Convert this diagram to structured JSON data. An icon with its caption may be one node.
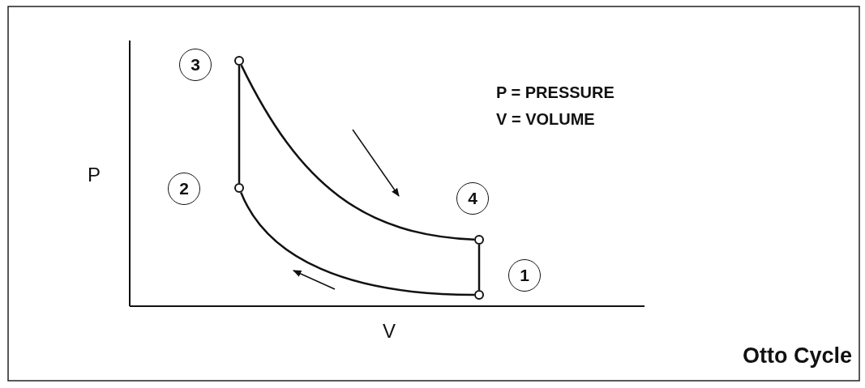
{
  "diagram": {
    "caption": "Otto Cycle",
    "nodes": [
      {
        "text": [
          "3"
        ]
      },
      {
        "text": [
          "2"
        ]
      },
      {
        "text": [
          "4"
        ]
      },
      {
        "text": [
          "1"
        ]
      },
      {
        "text": [],
        "shape": "circle"
      },
      {
        "text": [],
        "shape": "circle"
      },
      {
        "text": [],
        "shape": "circle"
      },
      {
        "text": [],
        "shape": "circle"
      }
    ],
    "edges": [
      {
        "from": 7,
        "to": 5,
        "arrow": "none"
      },
      {
        "from": 5,
        "to": 4,
        "arrow": "none"
      },
      {
        "from": 4,
        "to": 6,
        "arrow": "none"
      },
      {
        "from": 6,
        "to": 7,
        "arrow": "none"
      }
    ],
    "labels": [
      "P = PRESSURE",
      "V = VOLUME",
      "P",
      "V"
    ]
  }
}
